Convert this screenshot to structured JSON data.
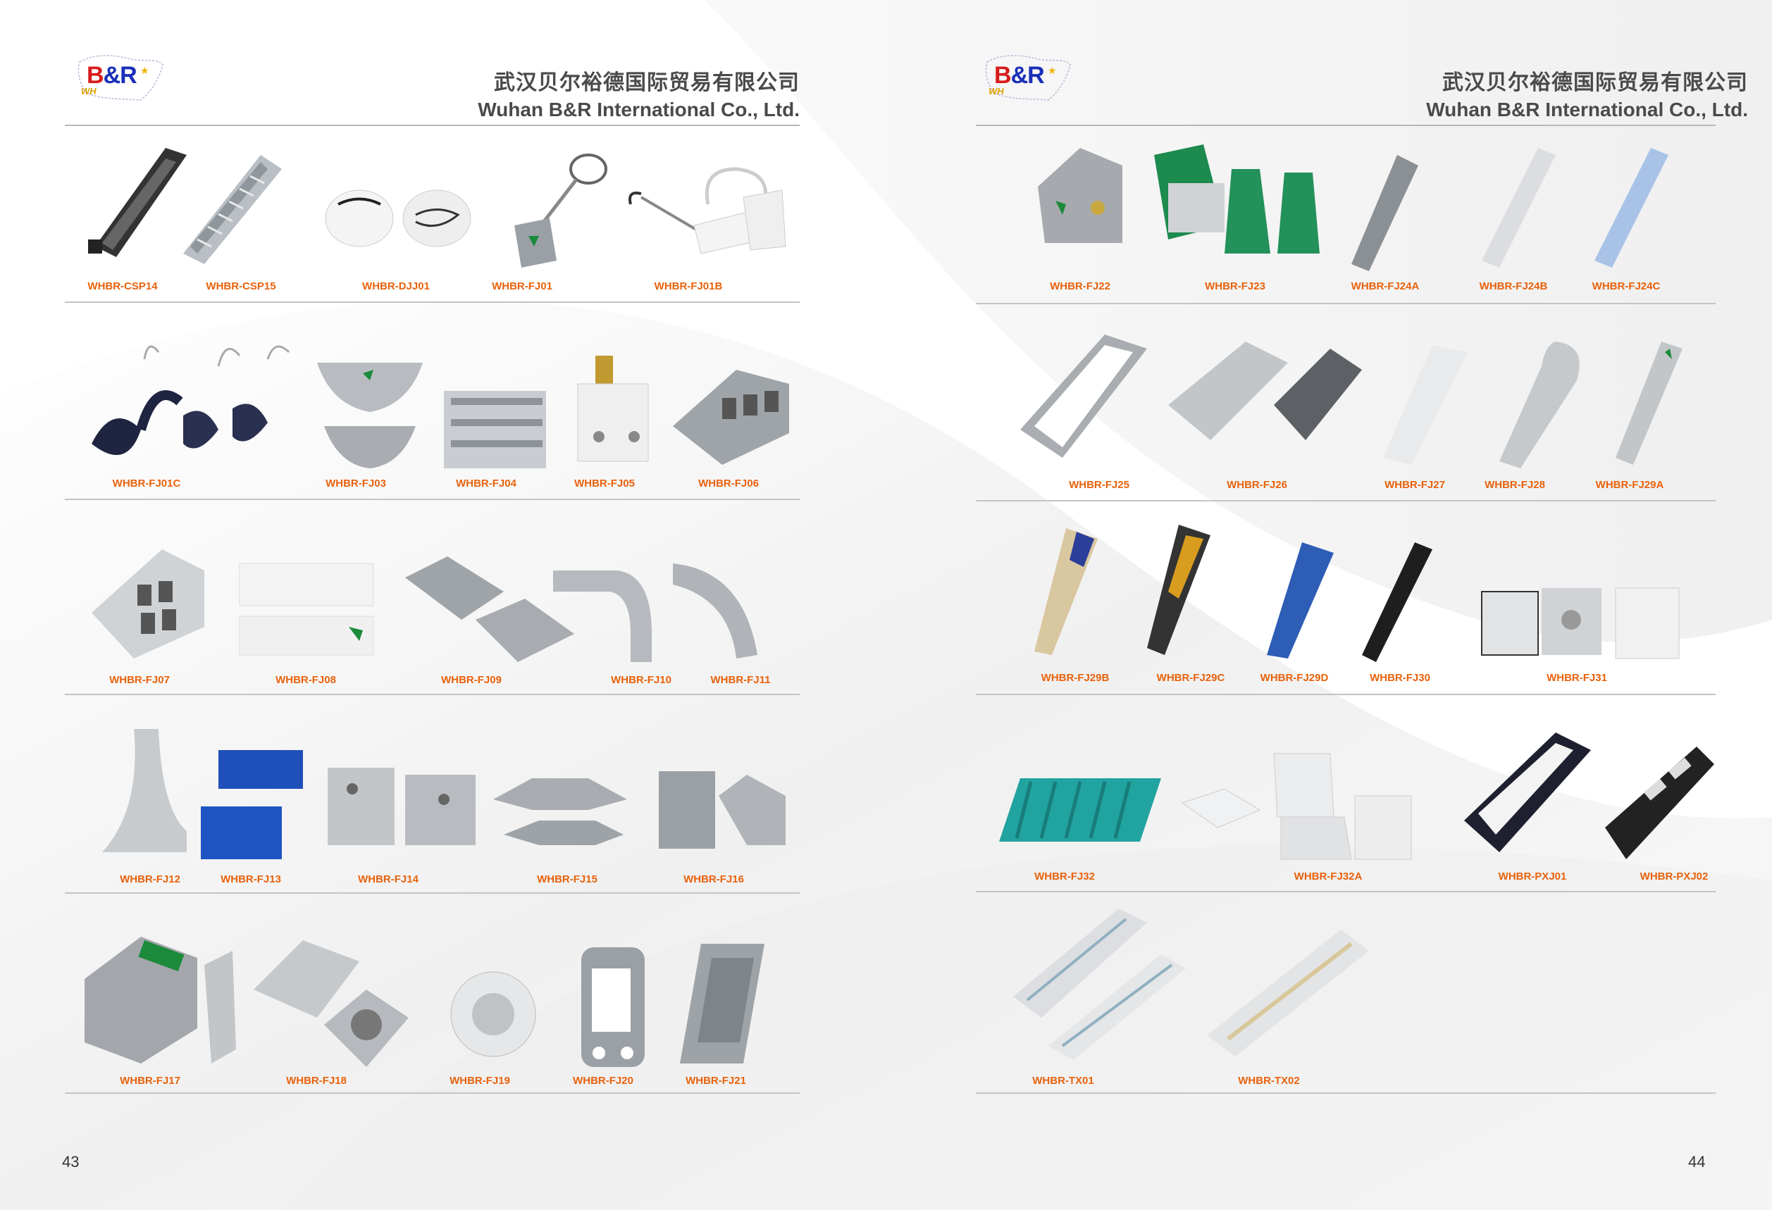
{
  "header": {
    "logo_text": "B&R",
    "logo_sub": "WH",
    "company_cn": "武汉贝尔裕德国际贸易有限公司",
    "company_en": "Wuhan B&R International Co., Ltd."
  },
  "left_page": {
    "page_number": "43",
    "rows": [
      [
        "WHBR-CSP14",
        "WHBR-CSP15",
        "WHBR-DJJ01",
        "WHBR-FJ01",
        "WHBR-FJ01B"
      ],
      [
        "WHBR-FJ01C",
        "WHBR-FJ03",
        "WHBR-FJ04",
        "WHBR-FJ05",
        "WHBR-FJ06"
      ],
      [
        "WHBR-FJ07",
        "WHBR-FJ08",
        "WHBR-FJ09",
        "WHBR-FJ10",
        "WHBR-FJ11"
      ],
      [
        "WHBR-FJ12",
        "WHBR-FJ13",
        "WHBR-FJ14",
        "WHBR-FJ15",
        "WHBR-FJ16"
      ],
      [
        "WHBR-FJ17",
        "WHBR-FJ18",
        "WHBR-FJ19",
        "WHBR-FJ20",
        "WHBR-FJ21"
      ]
    ]
  },
  "right_page": {
    "page_number": "44",
    "rows": [
      [
        "WHBR-FJ22",
        "WHBR-FJ23",
        "WHBR-FJ24A",
        "WHBR-FJ24B",
        "WHBR-FJ24C"
      ],
      [
        "WHBR-FJ25",
        "WHBR-FJ26",
        "WHBR-FJ27",
        "WHBR-FJ28",
        "WHBR-FJ29A"
      ],
      [
        "WHBR-FJ29B",
        "WHBR-FJ29C",
        "WHBR-FJ29D",
        "WHBR-FJ30",
        "WHBR-FJ31"
      ],
      [
        "WHBR-FJ32",
        "WHBR-FJ32A",
        "WHBR-PXJ01",
        "WHBR-PXJ02"
      ],
      [
        "WHBR-TX01",
        "WHBR-TX02"
      ]
    ]
  },
  "colors": {
    "label": "#e8620c",
    "heading_text": "#4a4a4a",
    "rule": "#c4c4c4",
    "logo_red": "#d81b1b",
    "logo_blue": "#1a2fb8"
  }
}
